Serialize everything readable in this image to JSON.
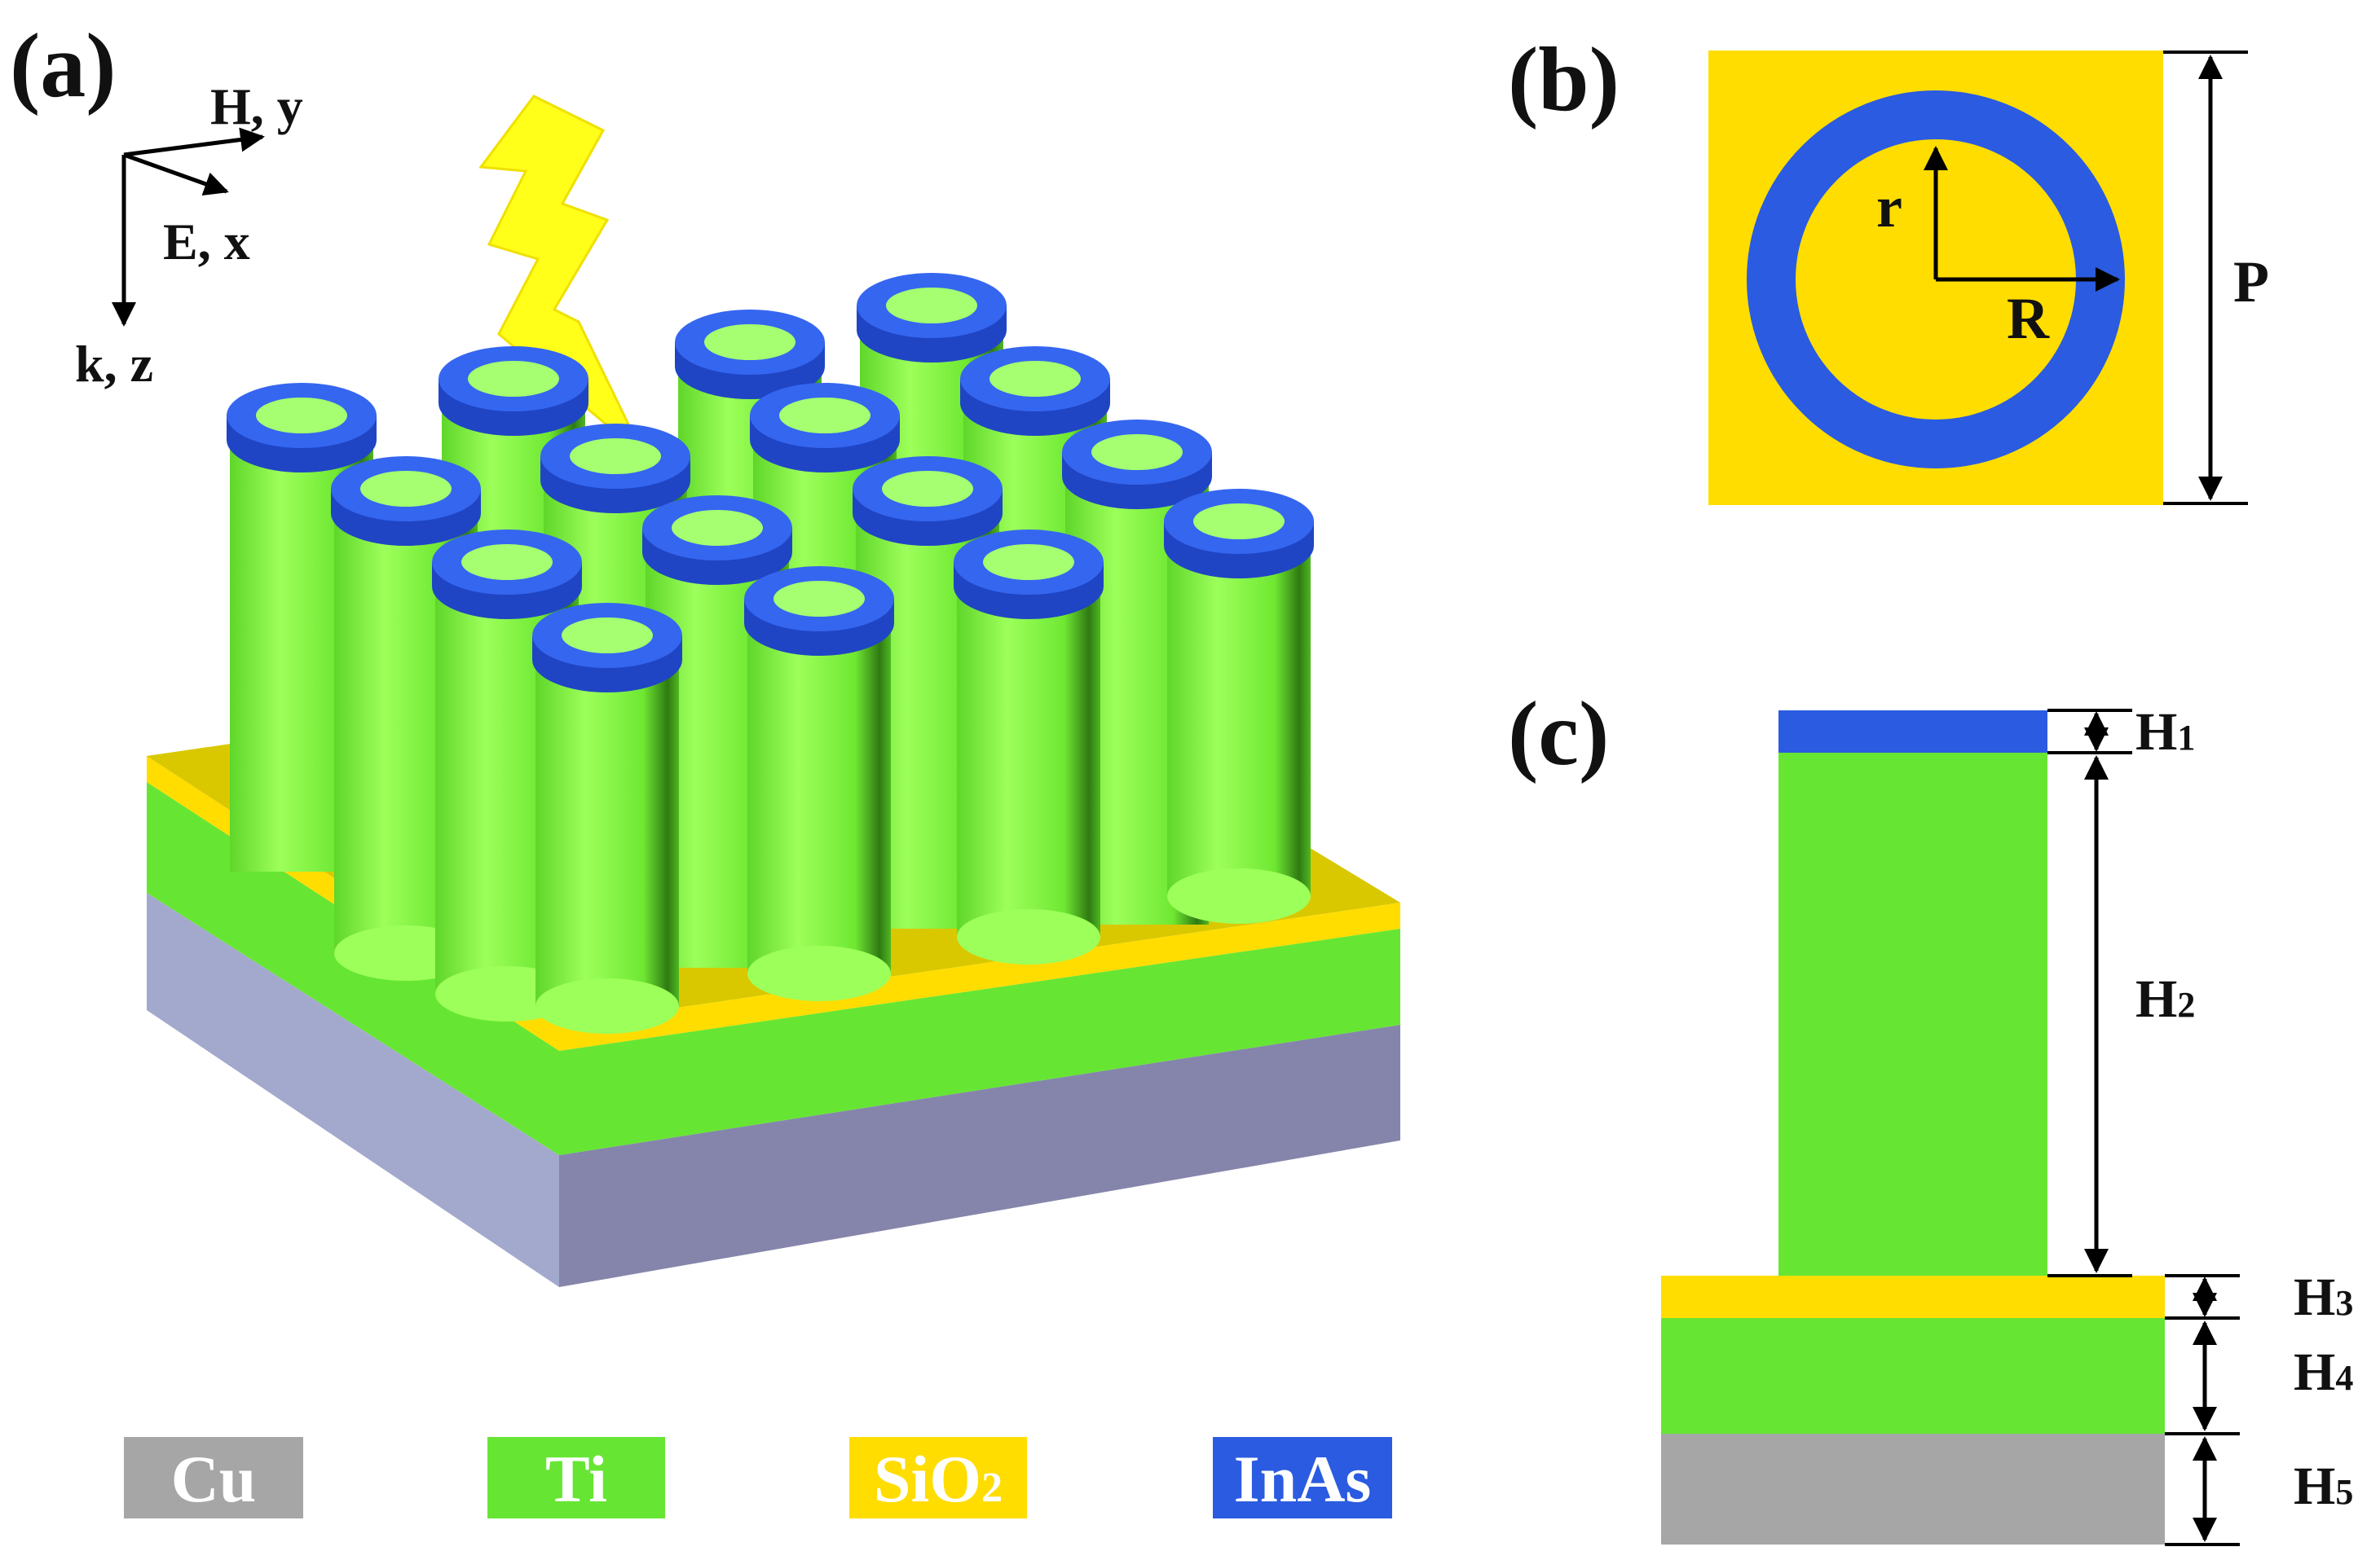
{
  "panels": {
    "a": "(a)",
    "b": "(b)",
    "c": "(c)"
  },
  "axes": {
    "h": "H, y",
    "e": "E, x",
    "k": "k, z"
  },
  "top_view": {
    "r": "r",
    "R": "R",
    "P": "P"
  },
  "side_view": {
    "h1": "H",
    "h1_sub": "1",
    "h2": "H",
    "h2_sub": "2",
    "h3": "H",
    "h3_sub": "3",
    "h4": "H",
    "h4_sub": "4",
    "h5": "H",
    "h5_sub": "5"
  },
  "legend": [
    {
      "label": "Cu",
      "sub": "",
      "color": "#a6a6a6"
    },
    {
      "label": "Ti",
      "sub": "",
      "color": "#66e633"
    },
    {
      "label": "SiO",
      "sub": "2",
      "color": "#ffdd00"
    },
    {
      "label": "InAs",
      "sub": "",
      "color": "#2b5be0"
    }
  ],
  "colors": {
    "ti": "#66e633",
    "inas": "#2b5be0",
    "sio2": "#ffdd00",
    "cu": "#a6a6a6",
    "bolt": "#ffff1a"
  }
}
